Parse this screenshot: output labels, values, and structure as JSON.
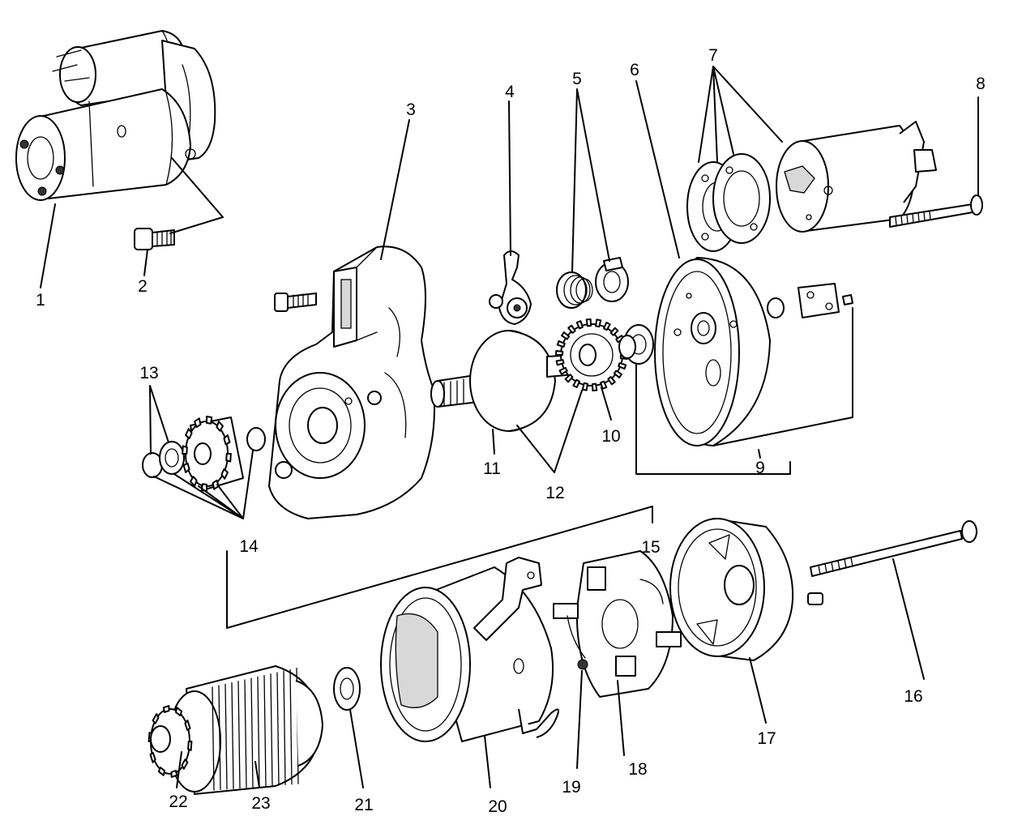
{
  "figure": {
    "colors": {
      "ink": "#000000",
      "paper": "#ffffff",
      "shade": "#d8d8d8"
    },
    "callouts": [
      "1",
      "2",
      "3",
      "4",
      "5",
      "6",
      "7",
      "8",
      "9",
      "10",
      "11",
      "12",
      "13",
      "14",
      "15",
      "16",
      "17",
      "18",
      "19",
      "20",
      "21",
      "22",
      "23"
    ]
  }
}
